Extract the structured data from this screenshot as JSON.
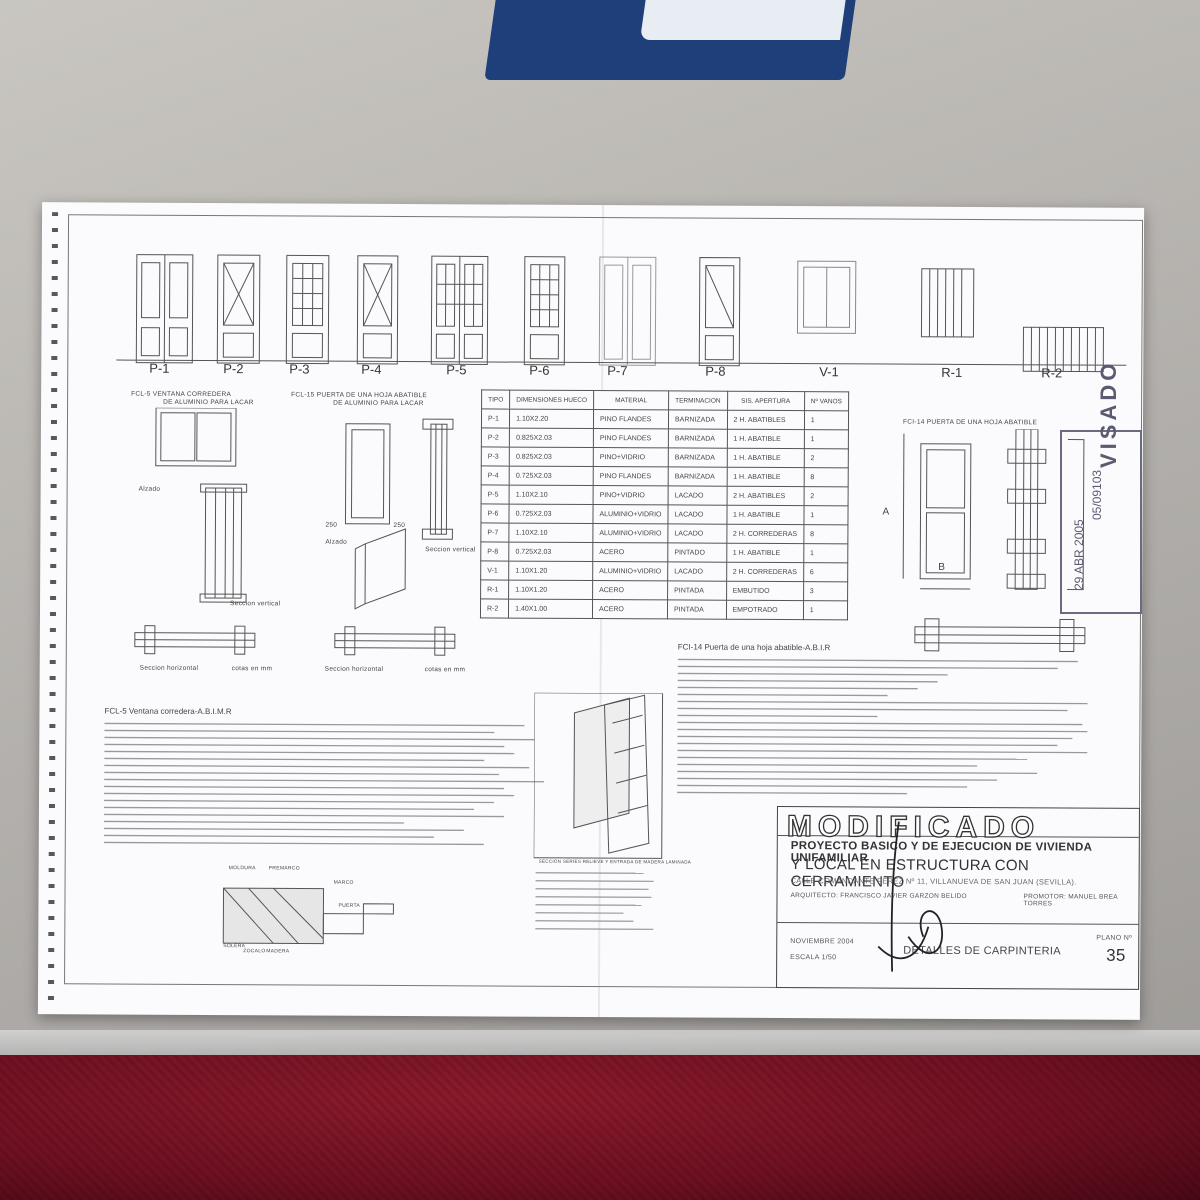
{
  "elevations": [
    "P-1",
    "P-2",
    "P-3",
    "P-4",
    "P-5",
    "P-6",
    "P-7",
    "P-8",
    "V-1",
    "R-1",
    "R-2"
  ],
  "details": {
    "fcl5_title_1": "FCL-5  VENTANA CORREDERA",
    "fcl5_title_2": "DE ALUMINIO PARA LACAR",
    "fcl15_title_1": "FCL-15 PUERTA DE UNA HOJA ABATIBLE",
    "fcl15_title_2": "DE ALUMINIO PARA LACAR",
    "alzado_1": "Alzado",
    "alzado_2": "Alzado",
    "seccion_vertical_1": "Seccion vertical",
    "seccion_vertical_2": "Seccion vertical",
    "seccion_horizontal_1": "Seccion horizontal",
    "seccion_horizontal_2": "Seccion horizontal",
    "cotas_1": "cotas en mm",
    "cotas_2": "cotas en mm",
    "fci14_title": "FCI-14  PUERTA DE UNA HOJA ABATIBLE",
    "dim_a": "A",
    "dim_b": "B",
    "dim_250_a": "250",
    "dim_250_b": "250"
  },
  "table": {
    "headers": [
      "TIPO",
      "DIMENSIONES HUECO",
      "MATERIAL",
      "TERMINACION",
      "SIS. APERTURA",
      "Nº VANOS"
    ],
    "rows": [
      [
        "P-1",
        "1.10X2.20",
        "PINO FLANDES",
        "BARNIZADA",
        "2 H. ABATIBLES",
        "1"
      ],
      [
        "P-2",
        "0.825X2.03",
        "PINO FLANDES",
        "BARNIZADA",
        "1 H. ABATIBLE",
        "1"
      ],
      [
        "P-3",
        "0.825X2.03",
        "PINO+VIDRIO",
        "BARNIZADA",
        "1 H. ABATIBLE",
        "2"
      ],
      [
        "P-4",
        "0.725X2.03",
        "PINO FLANDES",
        "BARNIZADA",
        "1 H. ABATIBLE",
        "8"
      ],
      [
        "P-5",
        "1.10X2.10",
        "PINO+VIDRIO",
        "LACADO",
        "2 H. ABATIBLES",
        "2"
      ],
      [
        "P-6",
        "0.725X2.03",
        "ALUMINIO+VIDRIO",
        "LACADO",
        "1 H. ABATIBLE",
        "1"
      ],
      [
        "P-7",
        "1.10X2.10",
        "ALUMINIO+VIDRIO",
        "LACADO",
        "2 H. CORREDERAS",
        "8"
      ],
      [
        "P-8",
        "0.725X2.03",
        "ACERO",
        "PINTADO",
        "1 H. ABATIBLE",
        "1"
      ],
      [
        "V-1",
        "1.10X1.20",
        "ALUMINIO+VIDRIO",
        "LACADO",
        "2 H. CORREDERAS",
        "6"
      ],
      [
        "R-1",
        "1.10X1.20",
        "ACERO",
        "PINTADA",
        "EMBUTIDO",
        "3"
      ],
      [
        "R-2",
        "1.40X1.00",
        "ACERO",
        "PINTADA",
        "EMPOTRADO",
        "1"
      ]
    ]
  },
  "specs": {
    "fcl5_title": "FCL-5  Ventana corredera-A.B.I.M.R",
    "fci14_title": "FCI-14  Puerta de una hoja abatible-A.B.I.R",
    "section_caption": "SECCION SERIES RELIEVE Y ENTRADA DE MADERA LAMINADA",
    "sill_labels": [
      "MOLDURA",
      "PREMARCO",
      "MARCO",
      "PUERTA",
      "SOLERA",
      "ZOCALO",
      "MADERA"
    ]
  },
  "title_block": {
    "modificado": "MODIFICADO",
    "project_1": "PROYECTO BASICO Y DE EJECUCION DE VIVIENDA UNIFAMILIAR",
    "project_2": "Y LOCAL EN ESTRUCTURA CON CERRAMIENTO",
    "address": "CALLE COMANDANTE PEREZ Nº 11, VILLANUEVA DE SAN JUAN (SEVILLA).",
    "architect": "ARQUITECTO: FRANCISCO JAVIER GARZON BELIDO",
    "promoter": "PROMOTOR: MANUEL BREA TORRES",
    "date": "NOVIEMBRE 2004",
    "scale": "ESCALA 1/50",
    "sheet_title": "DETALLES DE CARPINTERIA",
    "plano_label": "PLANO Nº",
    "plano_number": "35"
  },
  "stamp": {
    "text": "VISADO",
    "date": "29 ABR 2005",
    "number": "05/09103"
  }
}
